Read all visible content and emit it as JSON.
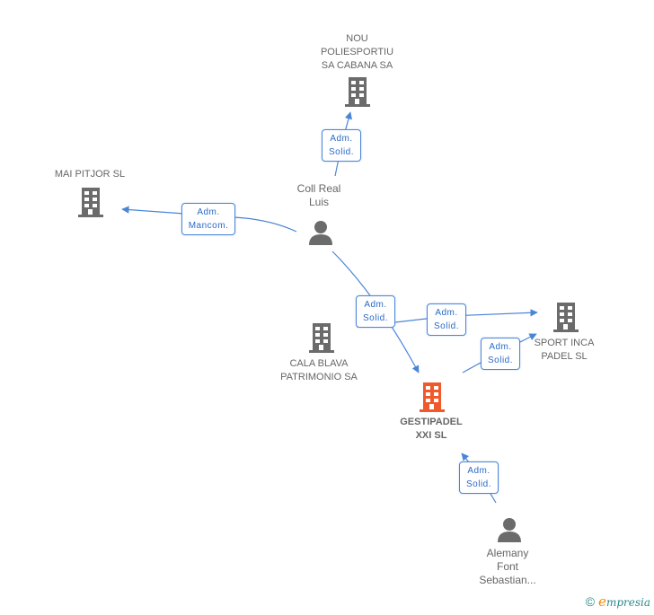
{
  "colors": {
    "edge": "#4a86d8",
    "edge_text": "#2a6ac8",
    "company_icon": "#6b6b6b",
    "main_company_icon": "#f05a2a",
    "person_icon": "#6b6b6b",
    "label": "#666666"
  },
  "nodes": {
    "nou_poliesportiu": {
      "type": "company",
      "label": "NOU\nPOLIESPORTIU\nSA CABANA SA"
    },
    "mai_pitjor": {
      "type": "company",
      "label": "MAI PITJOR SL"
    },
    "coll_real": {
      "type": "person",
      "label": "Coll Real\nLuis"
    },
    "cala_blava": {
      "type": "company",
      "label": "CALA BLAVA\nPATRIMONIO SA"
    },
    "sport_inca": {
      "type": "company",
      "label": "SPORT INCA\nPADEL  SL"
    },
    "gestipadel": {
      "type": "company-main",
      "label": "GESTIPADEL\nXXI SL"
    },
    "alemany": {
      "type": "person",
      "label": "Alemany\nFont\nSebastian..."
    }
  },
  "edges": [
    {
      "from": "coll_real",
      "to": "nou_poliesportiu",
      "label": "Adm.\nSolid."
    },
    {
      "from": "coll_real",
      "to": "mai_pitjor",
      "label": "Adm.\nMancom."
    },
    {
      "from": "coll_real",
      "to": "gestipadel",
      "label": "Adm.\nSolid."
    },
    {
      "from": "cala_blava",
      "to": "sport_inca",
      "label": "Adm.\nSolid."
    },
    {
      "from": "gestipadel",
      "to": "sport_inca",
      "label": "Adm.\nSolid."
    },
    {
      "from": "alemany",
      "to": "gestipadel",
      "label": "Adm.\nSolid."
    }
  ],
  "watermark": {
    "copyright": "©",
    "brand_initial": "e",
    "brand_rest": "mpresia"
  }
}
